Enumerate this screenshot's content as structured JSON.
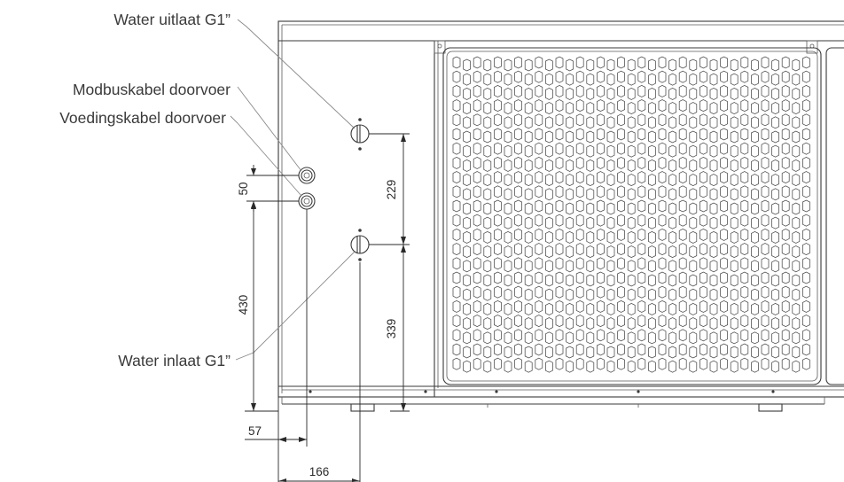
{
  "callouts": {
    "water_outlet": "Water uitlaat G1”",
    "modbus_cable": "Modbuskabel doorvoer",
    "power_cable": "Voedingskabel doorvoer",
    "water_inlet": "Water inlaat G1”"
  },
  "dimensions": {
    "cable_spacing": "50",
    "cable_height": "430",
    "outlet_to_inlet": "229",
    "inlet_height": "339",
    "cable_offset": "57",
    "water_offset": "166"
  }
}
